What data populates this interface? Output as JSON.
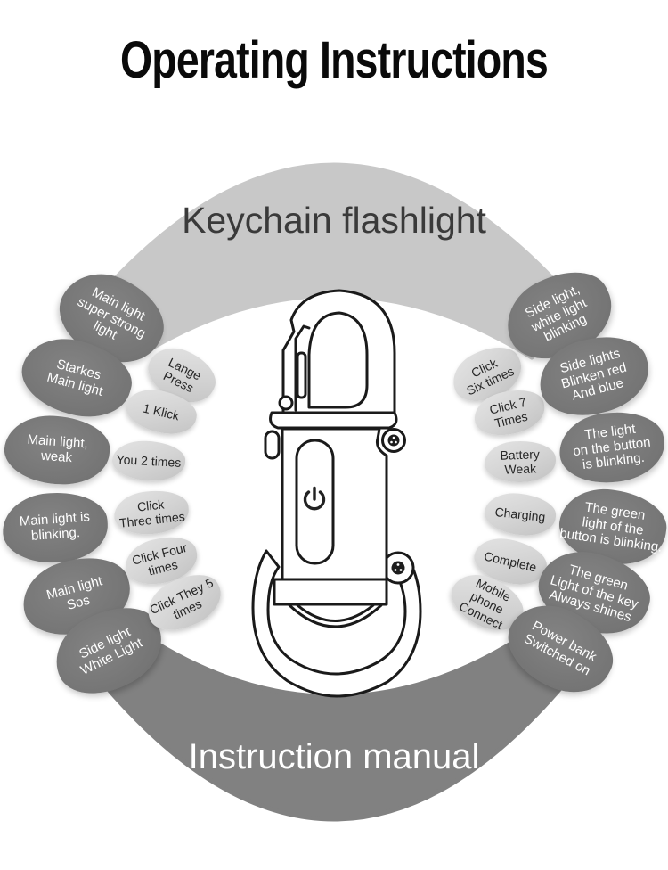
{
  "title": "Operating Instructions",
  "arcs": {
    "top_label": "Keychain flashlight",
    "bottom_label": "Instruction manual"
  },
  "icons": {
    "power_symbol": "⏻"
  },
  "left": {
    "outer": [
      {
        "label": "Main light\nsuper strong\nlight"
      },
      {
        "label": "Starkes\nMain light"
      },
      {
        "label": "Main light,\nweak"
      },
      {
        "label": "Main light is\nblinking."
      },
      {
        "label": "Main light\nSos"
      },
      {
        "label": "Side light\nWhite Light"
      }
    ],
    "inner": [
      {
        "label": "Lange\nPress"
      },
      {
        "label": "1 Klick"
      },
      {
        "label": "You 2 times"
      },
      {
        "label": "Click\nThree times"
      },
      {
        "label": "Click Four\ntimes"
      },
      {
        "label": "Click They 5\ntimes"
      }
    ]
  },
  "right": {
    "inner": [
      {
        "label": "Click\nSix times"
      },
      {
        "label": "Click 7\nTimes"
      },
      {
        "label": "Battery\nWeak"
      },
      {
        "label": "Charging"
      },
      {
        "label": "Complete"
      },
      {
        "label": "Mobile phone\nConnect"
      }
    ],
    "outer": [
      {
        "label": "Side light,\nwhite light\nblinking"
      },
      {
        "label": "Side lights\nBlinken red\nAnd blue"
      },
      {
        "label": "The light\non the button\nis blinking."
      },
      {
        "label": "The green\nlight of the\nbutton is blinking."
      },
      {
        "label": "The green\nLight of the key\nAlways shines"
      },
      {
        "label": "Power bank\nSwitched on"
      }
    ]
  },
  "colors": {
    "dark_blob": "#787878",
    "light_blob": "#d4d4d4",
    "top_arc": "#c8c8c8",
    "bottom_arc": "#818181",
    "title_text": "#0a0a0a",
    "top_arc_text": "#3a3a3a",
    "bottom_arc_text": "#ffffff",
    "line_art": "#1a1a1a"
  }
}
